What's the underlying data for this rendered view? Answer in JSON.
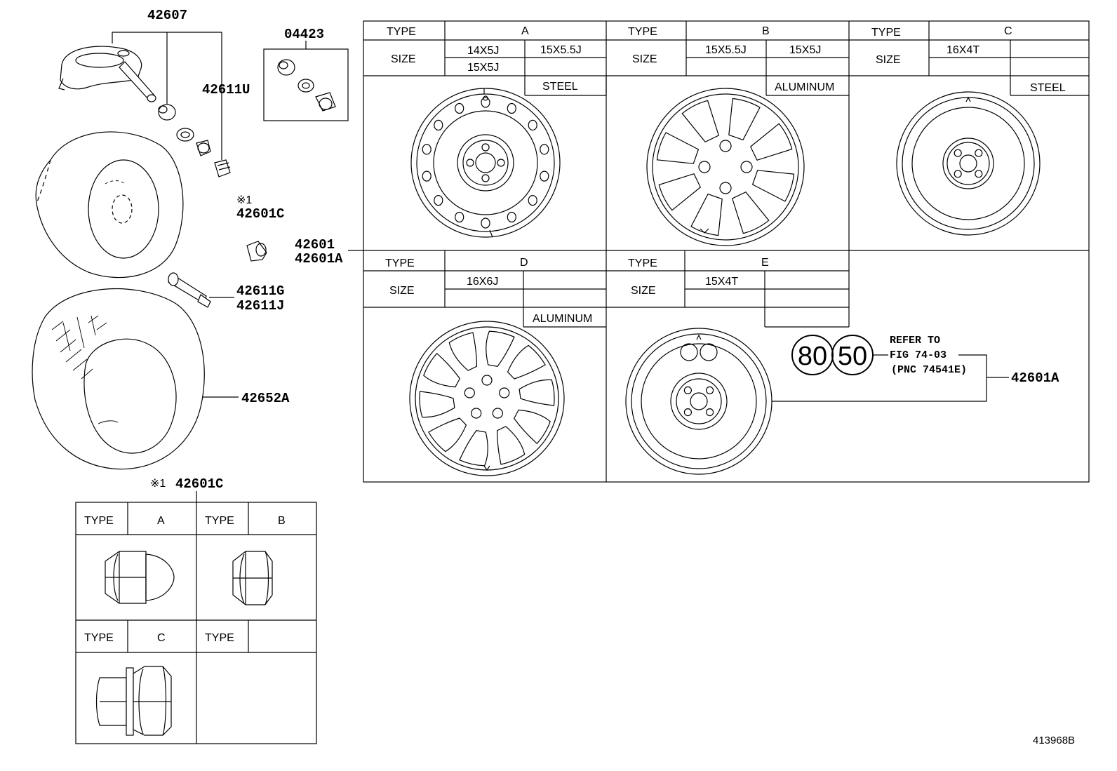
{
  "part_labels": {
    "p42607": "42607",
    "p04423": "04423",
    "p42611U": "42611U",
    "mark1": "※1",
    "p42601C": "42601C",
    "p42601": "42601",
    "p42601A": "42601A",
    "p42611G": "42611G",
    "p42611J": "42611J",
    "p42652A": "42652A",
    "p42601A_right": "42601A",
    "nut_mark": "※1",
    "nut_header": "42601C"
  },
  "wheel_table": {
    "A": {
      "type_label": "TYPE",
      "type": "A",
      "size_label": "SIZE",
      "sizes": [
        "14X5J",
        "15X5.5J",
        "15X5J"
      ],
      "material": "STEEL"
    },
    "B": {
      "type_label": "TYPE",
      "type": "B",
      "size_label": "SIZE",
      "sizes": [
        "15X5.5J",
        "15X5J"
      ],
      "material": "ALUMINUM"
    },
    "C": {
      "type_label": "TYPE",
      "type": "C",
      "size_label": "SIZE",
      "sizes": [
        "16X4T"
      ],
      "material": "STEEL"
    },
    "D": {
      "type_label": "TYPE",
      "type": "D",
      "size_label": "SIZE",
      "sizes": [
        "16X6J"
      ],
      "material": "ALUMINUM"
    },
    "E": {
      "type_label": "TYPE",
      "type": "E",
      "size_label": "SIZE",
      "sizes": [
        "15X4T"
      ]
    }
  },
  "refer": {
    "code1": "80",
    "code2": "50",
    "line1": "REFER TO",
    "line2": "FIG 74-03",
    "line3": "(PNC 74541E)"
  },
  "nut_table": {
    "type_label": "TYPE",
    "cells": [
      "A",
      "B",
      "C",
      ""
    ]
  },
  "figure_id": "413968B"
}
